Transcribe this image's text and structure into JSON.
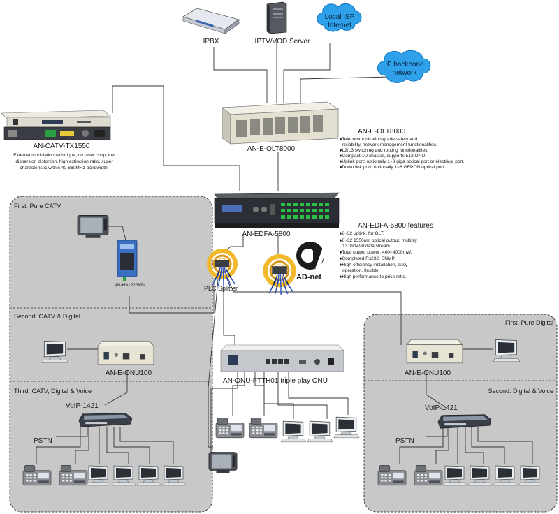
{
  "colors": {
    "zone_fill": "#c8c8c8",
    "cloud": "#2fa0ea",
    "device_light": "#e8e4d4",
    "device_dark": "#2b2e35",
    "fiber_yellow": "#f1b92b",
    "fiber_blue": "#2a4ec0",
    "port_green": "#28c045",
    "logo": "#1b1b1b"
  },
  "top": {
    "ipbx_label": "IPBX",
    "iptv_label": "IPTV/VOD Server",
    "isp_cloud": [
      "Local ISP",
      "Internet"
    ],
    "backbone_cloud": [
      "IP backbone",
      "network"
    ]
  },
  "olt": {
    "label": "AN-E-OLT8000",
    "spec_title": "AN-E-OLT8000",
    "specs": [
      [
        "Telecommunication-grade safety and",
        "reliability, network management functionalities."
      ],
      [
        "L2/L3 switching and routing functionalities."
      ],
      [
        "Compact 1U chassis, supports 512 ONU."
      ],
      [
        "Uplink port: optionally 1~8 giga optical port or electrical port."
      ],
      [
        "Down link port, optionally 1~8 GEPON optical port"
      ]
    ]
  },
  "catv": {
    "label": "AN-CATV-TX1550",
    "desc": [
      "External modulation technique, no laser chirp, low",
      "dispersion distortion, high extinction ratio, super",
      "characteristic within 40-860MHz bandwidth."
    ]
  },
  "edfa": {
    "label": "AN-EDFA-5800",
    "features_title": "AN-EDFA-5800 features",
    "features": [
      [
        "8~32 uplink, for OLT."
      ],
      [
        "8~32 1550nm optical output, multiply",
        "1310/1490 data stream."
      ],
      [
        "Total output power: 400~4000mW."
      ],
      [
        "Completed Rs232, SNMP."
      ],
      [
        "High-efficiency installation, easy",
        "operation, flexible."
      ],
      [
        "High performance to price ratio."
      ]
    ]
  },
  "logo_text": "AD-net",
  "splitter_label": "PLC Splitter",
  "left_zone": {
    "section1": "First: Pure CATV",
    "receiver_label": "AN-H9122/WD",
    "section2": "Second: CATV & Digital",
    "onu_label": "AN-E-ONU100",
    "section3": "Third: CATV, Digital & Voice",
    "voip_label": "VoIP-1421",
    "pstn_label": "PSTN"
  },
  "right_zone": {
    "section1": "First: Pure Digital",
    "onu_label": "AN-E-ONU100",
    "section2": "Second: Digital & Voice",
    "voip_label": "VoIP-1421",
    "pstn_label": "PSTN"
  },
  "center": {
    "onu_label": "AN-ONU-FTTH01 triple play ONU"
  }
}
